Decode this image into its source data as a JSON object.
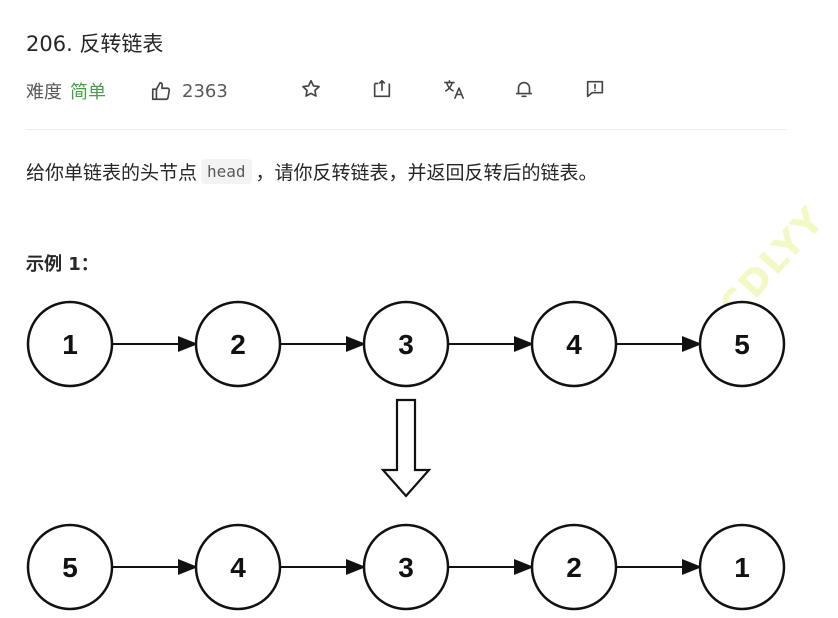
{
  "problem": {
    "title": "206. 反转链表",
    "difficulty_label": "难度",
    "difficulty_value": "简单",
    "likes": "2363"
  },
  "toolbar": {
    "icons": [
      "thumbs-up-icon",
      "star-icon",
      "share-icon",
      "translate-icon",
      "bell-icon",
      "feedback-icon"
    ]
  },
  "description": {
    "part1": "给你单链表的头节点",
    "code": "head",
    "part2": "，请你反转链表，并返回反转后的链表。"
  },
  "example": {
    "label": "示例 1：",
    "input_list": [
      "1",
      "2",
      "3",
      "4",
      "5"
    ],
    "output_list": [
      "5",
      "4",
      "3",
      "2",
      "1"
    ]
  },
  "watermark": "CDLYY",
  "colors": {
    "easy": "#43a047",
    "text": "#262626",
    "muted": "#595959"
  }
}
